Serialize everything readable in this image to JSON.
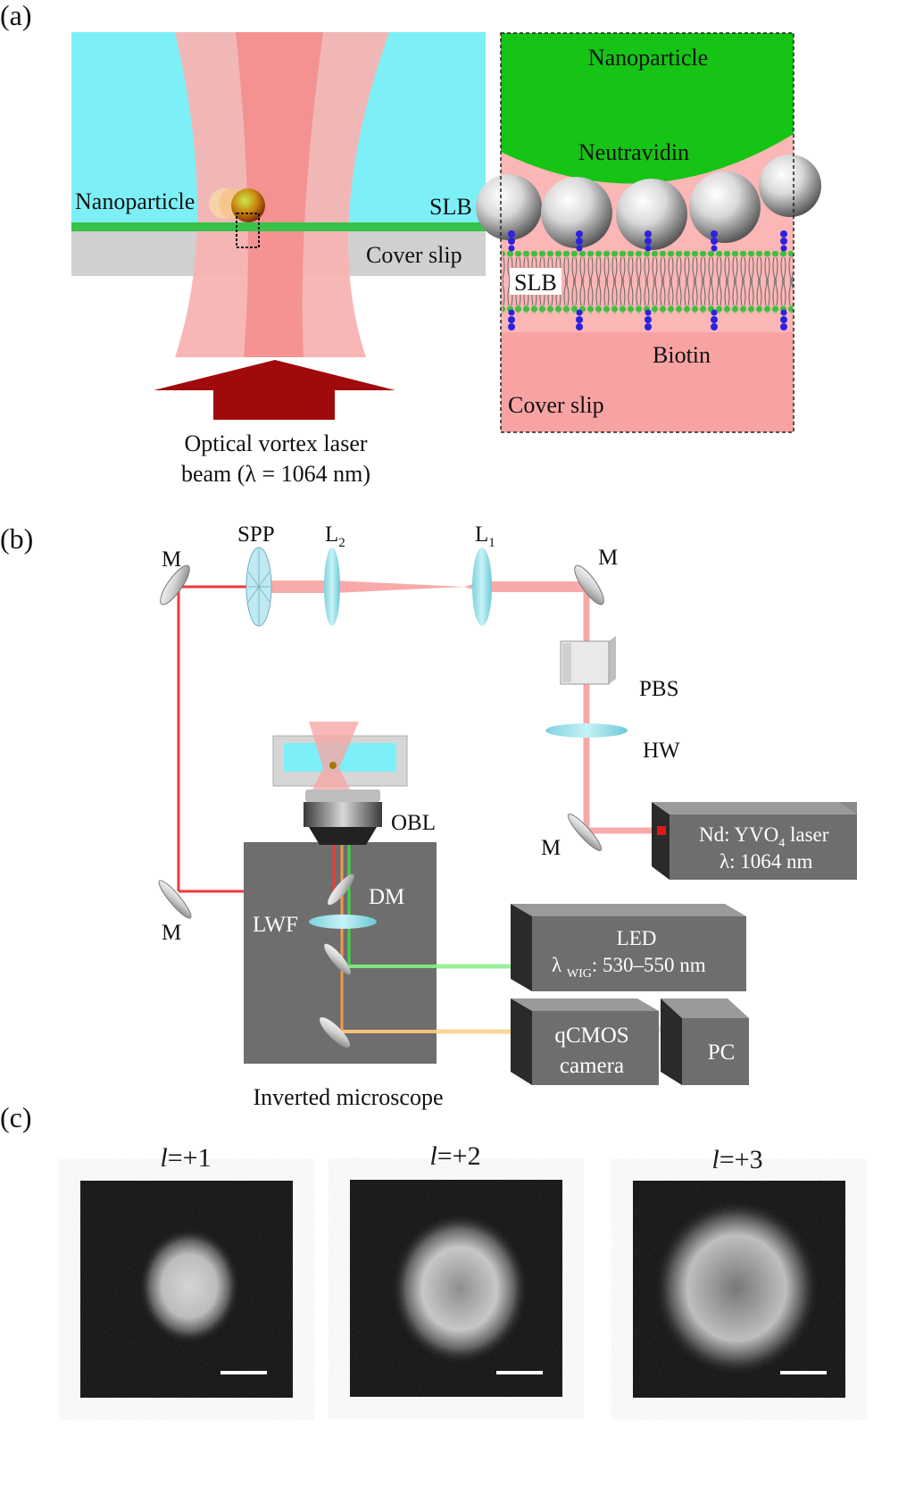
{
  "panel_a": {
    "label": "(a)",
    "left": {
      "nanoparticle": "Nanoparticle",
      "slb": "SLB",
      "cover_slip": "Cover slip",
      "caption_line1": "Optical vortex laser",
      "caption_line2": "beam (λ = 1064 nm)"
    },
    "inset": {
      "nanoparticle": "Nanoparticle",
      "neutravidin": "Neutravidin",
      "slb": "SLB",
      "biotin": "Biotin",
      "cover_slip": "Cover slip"
    }
  },
  "panel_b": {
    "label": "(b)",
    "spp": "SPP",
    "l2": "L",
    "l2_sub": "2",
    "l1": "L",
    "l1_sub": "1",
    "mirror": "M",
    "pbs": "PBS",
    "hw": "HW",
    "obl": "OBL",
    "dm": "DM",
    "lwf": "LWF",
    "laser_line1_pre": "Nd: YVO",
    "laser_line1_sub": "4",
    "laser_line1_post": " laser",
    "laser_line2": "λ: 1064 nm",
    "led_line1": "LED",
    "led_line2_pre": "λ ",
    "led_line2_sub": "WIG",
    "led_line2_post": ": 530–550 nm",
    "camera_line1": "qCMOS",
    "camera_line2": "camera",
    "pc": "PC",
    "microscope": "Inverted microscope"
  },
  "panel_c": {
    "label": "(c)",
    "images": [
      {
        "l": "l",
        "value": "=+1"
      },
      {
        "l": "l",
        "value": "=+2"
      },
      {
        "l": "l",
        "value": "=+3"
      }
    ]
  },
  "colors": {
    "water": "#7df0f7",
    "beam": "#f79a9a",
    "slb": "#38c24a",
    "glass": "#cfcfcf",
    "arrow": "#a10a0a",
    "inset_bg": "#fbb6b6",
    "nanoparticle_green": "#15c415",
    "box_gray": "#6e6e6e"
  }
}
